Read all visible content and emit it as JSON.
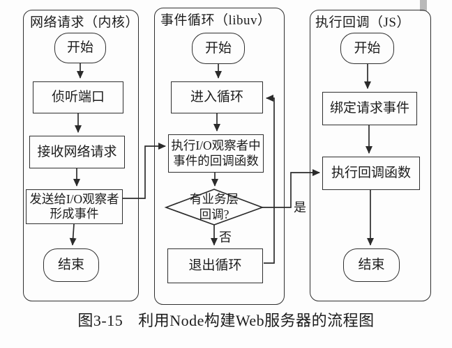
{
  "colors": {
    "line": "#2b2b2b",
    "background": "#fdfdfd",
    "artifact": "#b9b9b9"
  },
  "panels": [
    {
      "title": "网络请求（内核）",
      "nodes": {
        "start": "开始",
        "listen": "侦听端口",
        "receive": "接收网络请求",
        "send": "发送给I/O观察者\n形成事件",
        "end": "结束"
      }
    },
    {
      "title": "事件循环（libuv）",
      "nodes": {
        "start": "开始",
        "enter": "进入循环",
        "exec_io": "执行I/O观察者中\n事件的回调函数",
        "decision": "有业务层\n回调?",
        "exit": "退出循环"
      }
    },
    {
      "title": "执行回调（JS）",
      "nodes": {
        "start": "开始",
        "bind": "绑定请求事件",
        "exec_cb": "执行回调函数",
        "end": "结束"
      }
    }
  ],
  "edge_labels": {
    "yes": "是",
    "no": "否"
  },
  "caption": {
    "figure": "图3-15",
    "title": "利用Node构建Web服务器的流程图"
  }
}
